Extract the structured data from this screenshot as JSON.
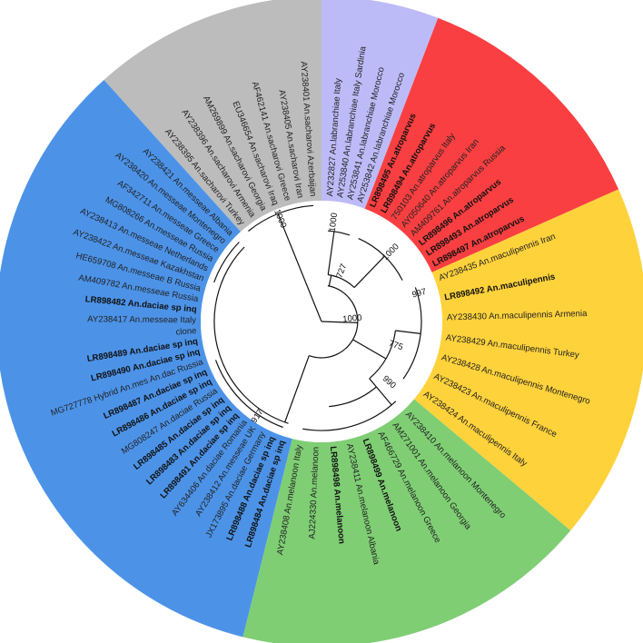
{
  "clades": [
    {
      "name": "sacharovi",
      "color": "#bcbcbc"
    },
    {
      "name": "labranchiae",
      "color": "#bdbbf7"
    },
    {
      "name": "atroparvus",
      "color": "#f93f41"
    },
    {
      "name": "maculipennis",
      "color": "#fed23b"
    },
    {
      "name": "melanoon",
      "color": "#7fce74"
    },
    {
      "name": "messeae-daciae",
      "color": "#4c93e8"
    }
  ],
  "leaves": [
    {
      "label": "AY238401 An.sacharovi Azerbaijan",
      "bold": false
    },
    {
      "label": "AY238405 An.sacharovi Iran",
      "bold": false
    },
    {
      "label": "AF462141 An.sacharovi Greece",
      "bold": false
    },
    {
      "label": "EU346654 An.sacharovi Iraq",
      "bold": false
    },
    {
      "label": "AM269899 An.sacharovi Georgia",
      "bold": false
    },
    {
      "label": "AY238396 An.sacharovi Armenia",
      "bold": false
    },
    {
      "label": "AY238395 An.sacharovi Turkey",
      "bold": false
    },
    {
      "label": "AY238421 An.messeae Albania",
      "bold": false
    },
    {
      "label": "AY238420 An.messeae Montenegro",
      "bold": false
    },
    {
      "label": "AF342711 An.messeae Greece",
      "bold": false
    },
    {
      "label": "MG808266 An.messeae Russia",
      "bold": false
    },
    {
      "label": "AY238413 An.messeae Netherlands",
      "bold": false
    },
    {
      "label": "AY238422 An.messeae Kazakhstan",
      "bold": false
    },
    {
      "label": "HE659708 An.messeae B Russia",
      "bold": false
    },
    {
      "label": "AM409782 An.messeae Russia",
      "bold": false
    },
    {
      "label": "LR898482 An.daciae sp inq",
      "bold": true
    },
    {
      "label": "AY238417 An.messeae Italy",
      "bold": false
    },
    {
      "label": "clone",
      "bold": false
    },
    {
      "label": "LR898489 An.daciae sp inq",
      "bold": true
    },
    {
      "label": "LR898490 An.daciae sp inq",
      "bold": true
    },
    {
      "label": "MG727778 Hybrid An.mes An.dac Russia",
      "bold": false
    },
    {
      "label": "LR898487 An.daciae sp inq",
      "bold": true
    },
    {
      "label": "LR898486 An.daciae sp inq",
      "bold": true
    },
    {
      "label": "MG808247 An.daciae Russia",
      "bold": false
    },
    {
      "label": "LR898485 An.daciae sp inq",
      "bold": true
    },
    {
      "label": "LR898483 An.daciae sp inq",
      "bold": true
    },
    {
      "label": "LR898491 An.daciae sp inq",
      "bold": true
    },
    {
      "label": "AY634406 An.daciae Romania",
      "bold": false
    },
    {
      "label": "AY238412 An.messeae UK",
      "bold": false
    },
    {
      "label": "JX173895 An.daciae Germany",
      "bold": false
    },
    {
      "label": "LR898488 An.daciae sp inq",
      "bold": true
    },
    {
      "label": "LR898484 An.daciae sp inq",
      "bold": true
    },
    {
      "label": "AY238408 An.melanoon Italy",
      "bold": false
    },
    {
      "label": "AJ224330 An.melanoon",
      "bold": false
    },
    {
      "label": "LR898498 An.melanoon",
      "bold": true
    },
    {
      "label": "AY238411 An.melanoon Albania",
      "bold": false
    },
    {
      "label": "LR898499 An.melanoon",
      "bold": true
    },
    {
      "label": "AF466729 An.melanoon Greece",
      "bold": false
    },
    {
      "label": "AM271001 An.melanoon Georgia",
      "bold": false
    },
    {
      "label": "AY238410 An.melanoon Montenegro",
      "bold": false
    },
    {
      "label": "AY238424 An.maculipennis Italy",
      "bold": false
    },
    {
      "label": "AY238423 An.maculipennis France",
      "bold": false
    },
    {
      "label": "AY238428 An.maculipennis Montenegro",
      "bold": false
    },
    {
      "label": "AY238429 An.maculipennis Turkey",
      "bold": false
    },
    {
      "label": "AY238430 An.maculipennis Armenia",
      "bold": false
    },
    {
      "label": "LR898492 An.maculipennis",
      "bold": true
    },
    {
      "label": "AY238435 An.maculipennis Iran",
      "bold": false
    },
    {
      "label": "LR898497 An.atroparvus",
      "bold": true
    },
    {
      "label": "LR898493 An.atroparvus",
      "bold": true
    },
    {
      "label": "LR898496 An.atroparvus",
      "bold": true
    },
    {
      "label": "AM409761 An.atroparvus Russia",
      "bold": false
    },
    {
      "label": "AY050640 An.atroparvus Iran",
      "bold": false
    },
    {
      "label": "750103 An.atroparvus Italy",
      "bold": false
    },
    {
      "label": "LR898494 An.atroparvus",
      "bold": true
    },
    {
      "label": "LR898495 An.atroparvus",
      "bold": true
    },
    {
      "label": "AY253842 An.labranchiae Morocco",
      "bold": false
    },
    {
      "label": "AY253841 An.labranchiae Morocco",
      "bold": false
    },
    {
      "label": "AY253840 An.labranchiae Italy Sardinia",
      "bold": false
    },
    {
      "label": "AY232827 An.labranchiae Italy",
      "bold": false
    }
  ],
  "bootstraps": [
    {
      "value": "1000"
    },
    {
      "value": "1000"
    },
    {
      "value": "1000"
    },
    {
      "value": "727"
    },
    {
      "value": "1000"
    },
    {
      "value": "997"
    },
    {
      "value": "775"
    },
    {
      "value": "990"
    },
    {
      "value": "917"
    }
  ]
}
